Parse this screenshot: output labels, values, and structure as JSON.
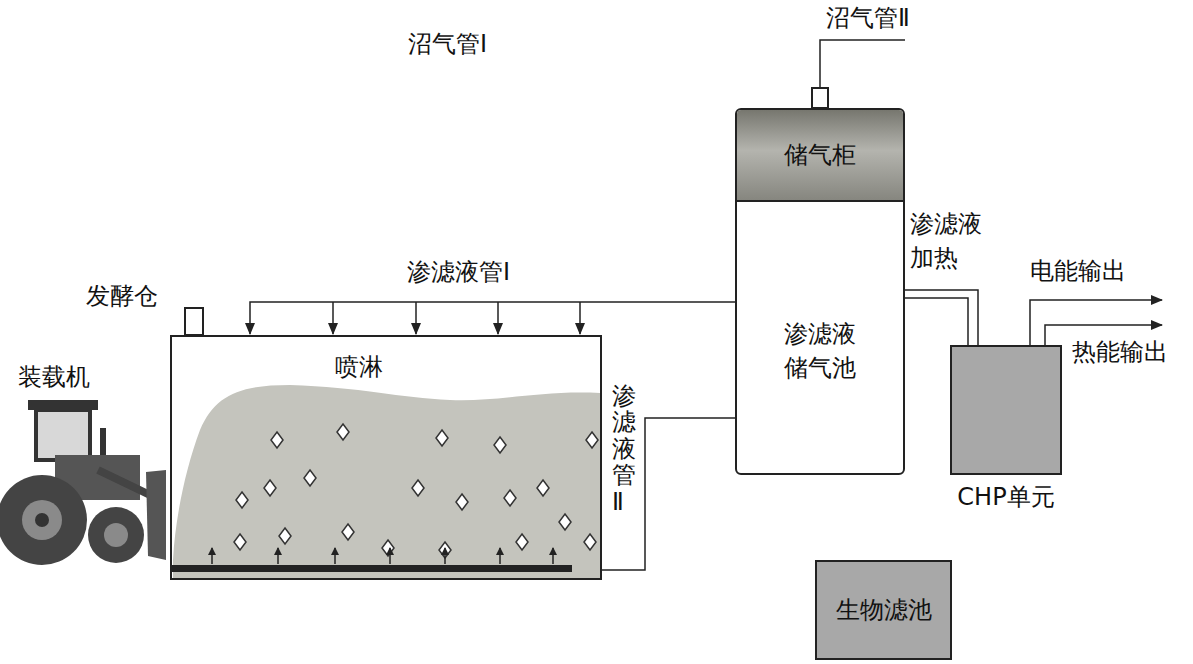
{
  "diagram": {
    "nodes": [
      {
        "text": [
          "发酵仓",
          "喷淋"
        ]
      },
      {
        "text": [
          "渗滤液储气池"
        ]
      },
      {
        "text": [
          "储气柜"
        ],
        "in": 1
      },
      {
        "text": [
          "CHP单元"
        ]
      },
      {
        "text": [
          "生物滤池"
        ]
      }
    ],
    "edges": [
      {
        "from": 1,
        "to": 0,
        "arrow": "to",
        "label": "渗滤液管Ⅰ"
      },
      {
        "from": 0,
        "to": 1,
        "arrow": "none",
        "label": "渗滤液管Ⅱ"
      },
      {
        "from": 1,
        "to": 3,
        "arrow": "none",
        "label": "渗滤液 加热"
      }
    ],
    "labels": [
      "沼气管Ⅰ",
      "沼气管Ⅱ",
      "装载机",
      "电能输出",
      "热能输出"
    ]
  }
}
